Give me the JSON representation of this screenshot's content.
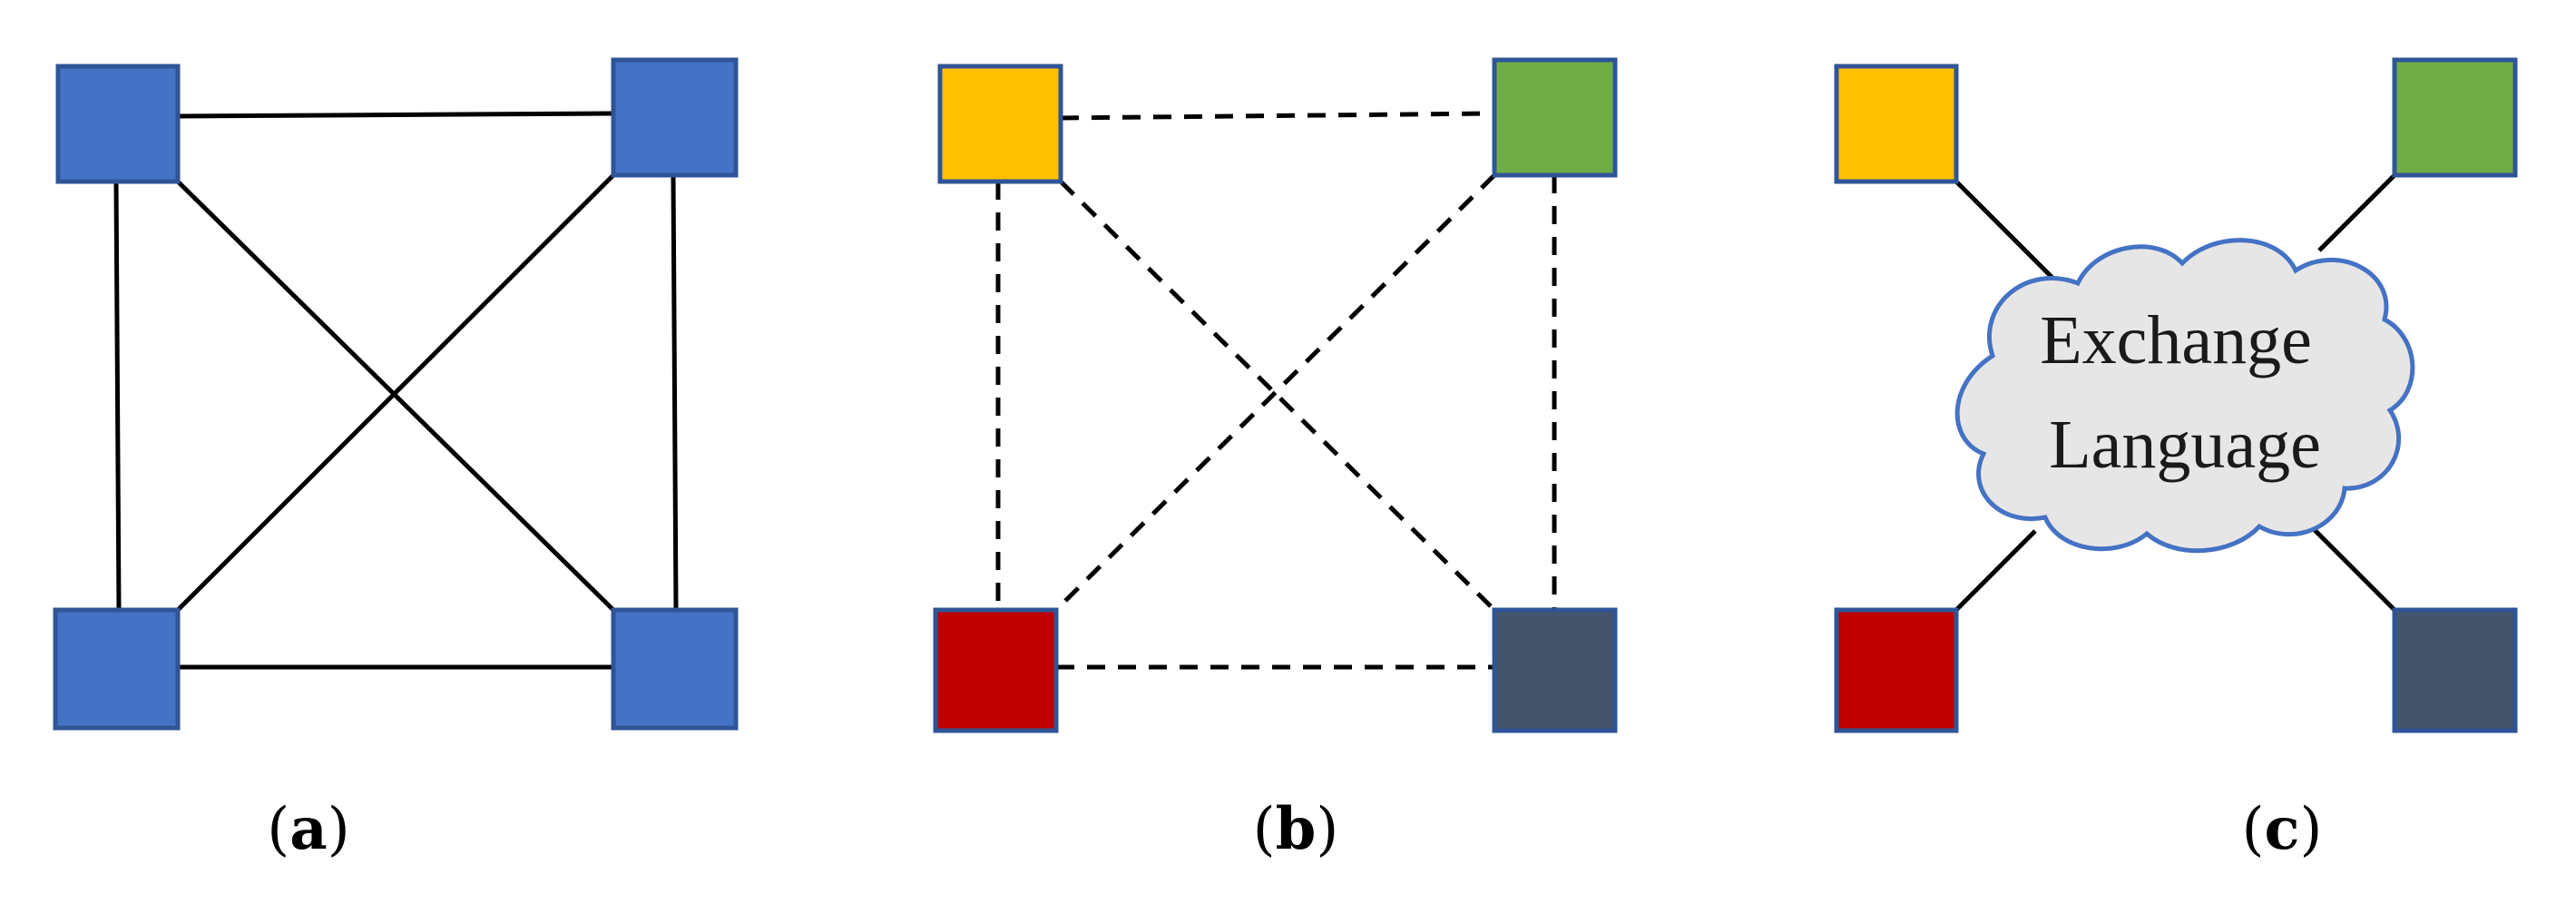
{
  "panels": [
    {
      "label": "a",
      "caption_open": "(",
      "caption_close": ")"
    },
    {
      "label": "b",
      "caption_open": "(",
      "caption_close": ")"
    },
    {
      "label": "c",
      "caption_open": "(",
      "caption_close": ")"
    }
  ],
  "cloud": {
    "line1": "Exchange",
    "line2": "Language"
  },
  "colors": {
    "blue": "#4472C4",
    "yellow": "#FFC000",
    "green": "#70AD47",
    "red": "#C00000",
    "slate": "#44546A",
    "border": "#2F5597",
    "cloud_fill": "#E7E6E6",
    "cloud_stroke": "#4472C4"
  }
}
